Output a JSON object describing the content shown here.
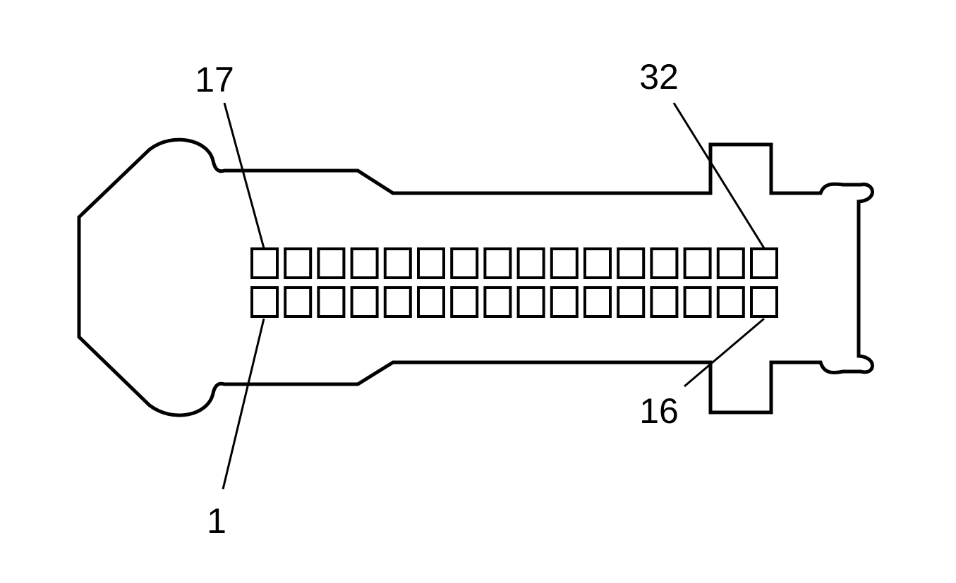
{
  "connector": {
    "rows": 2,
    "pins_per_row": 16,
    "callouts": [
      {
        "id": "pin-17",
        "text": "17"
      },
      {
        "id": "pin-32",
        "text": "32"
      },
      {
        "id": "pin-1",
        "text": "1"
      },
      {
        "id": "pin-16",
        "text": "16"
      }
    ]
  },
  "colors": {
    "line": "#000000",
    "background": "#ffffff"
  }
}
